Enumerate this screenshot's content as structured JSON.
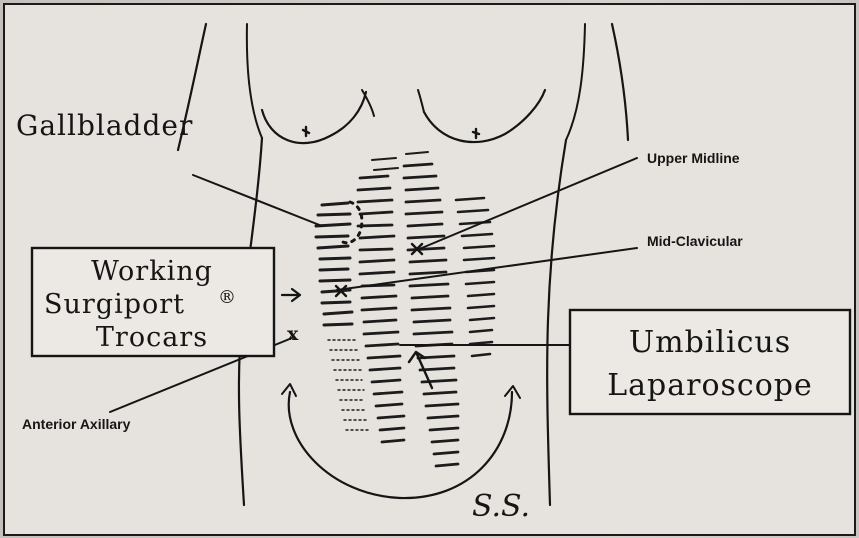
{
  "labels": {
    "gallbladder": "Gallbladder",
    "upper_midline": "Upper Midline",
    "mid_clavicular": "Mid-Clavicular",
    "anterior_axillary": "Anterior Axillary"
  },
  "boxes": {
    "working": [
      "Working",
      "Surgiport",
      "Trocars"
    ],
    "registered_mark": "®",
    "umbilicus": [
      "Umbilicus",
      "Laparoscope"
    ]
  },
  "marks": {
    "x": "x",
    "signature": "S.S."
  }
}
